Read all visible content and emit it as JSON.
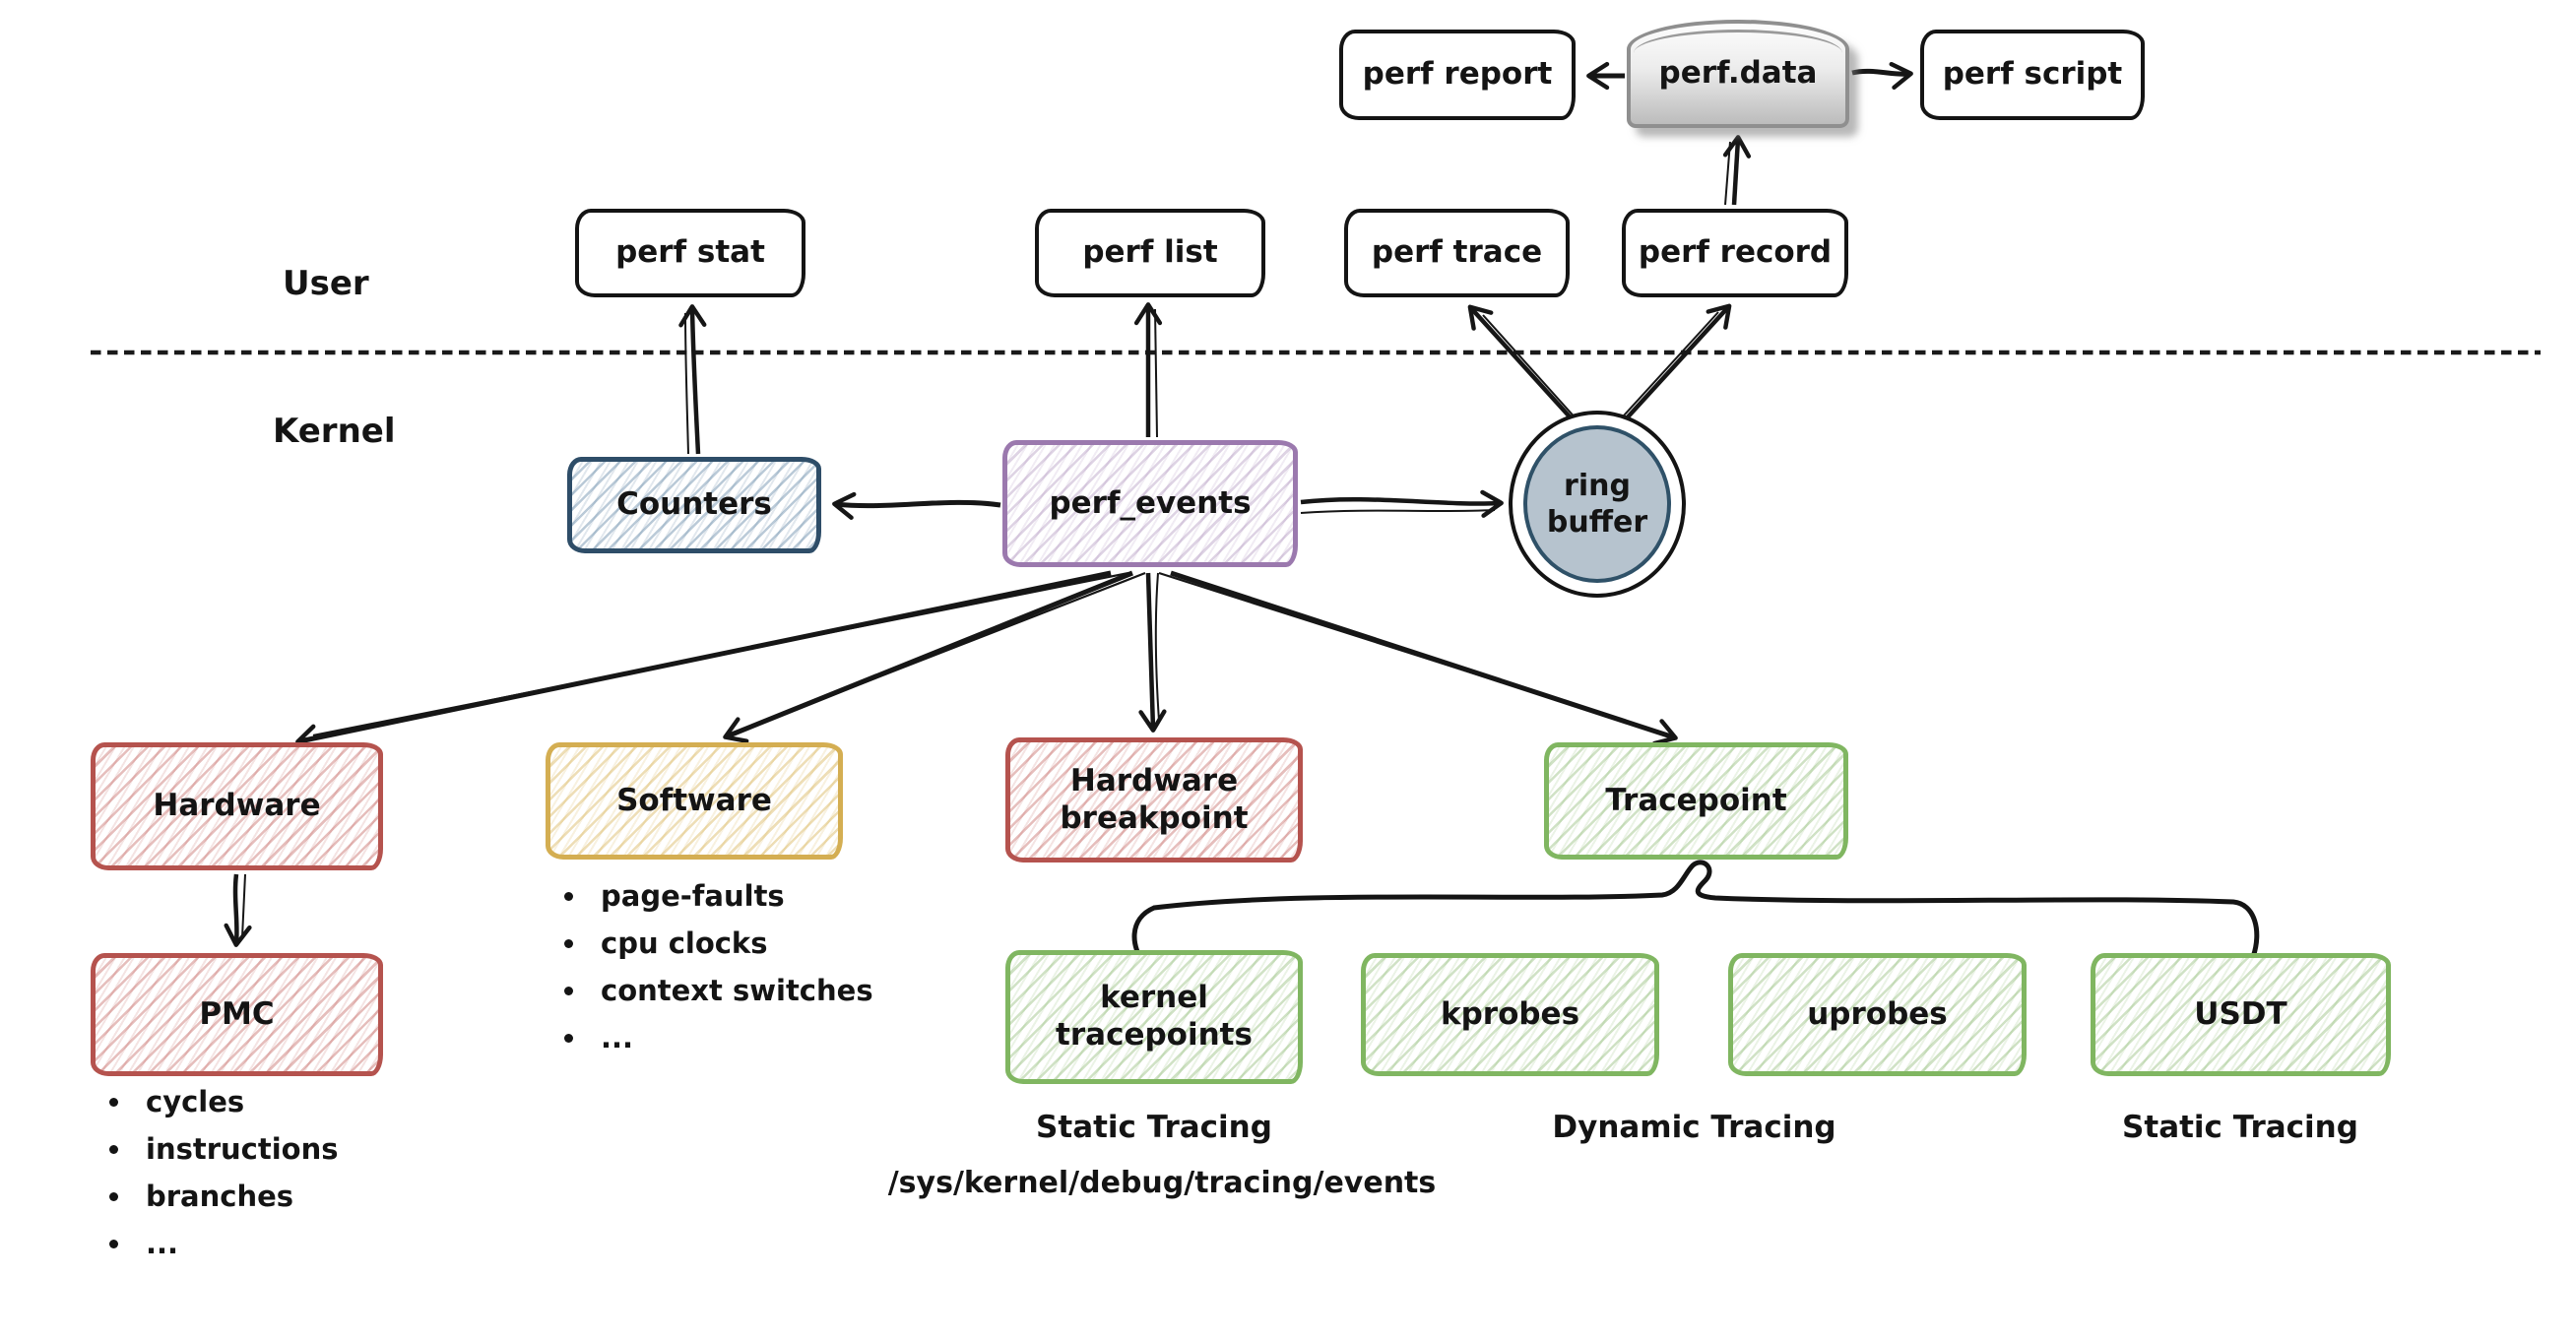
{
  "labels": {
    "user": "User",
    "kernel": "Kernel"
  },
  "nodes": {
    "perf_report": "perf report",
    "perf_data": "perf.data",
    "perf_script": "perf script",
    "perf_stat": "perf stat",
    "perf_list": "perf list",
    "perf_trace": "perf trace",
    "perf_record": "perf record",
    "counters": "Counters",
    "perf_events": "perf_events",
    "ring_buffer": "ring\nbuffer",
    "hardware": "Hardware",
    "software": "Software",
    "hw_breakpoint": "Hardware\nbreakpoint",
    "tracepoint": "Tracepoint",
    "pmc": "PMC",
    "kernel_tracepoints": "kernel\ntracepoints",
    "kprobes": "kprobes",
    "uprobes": "uprobes",
    "usdt": "USDT"
  },
  "lists": {
    "software_events": [
      "page-faults",
      "cpu clocks",
      "context switches",
      "..."
    ],
    "pmc_events": [
      "cycles",
      "instructions",
      "branches",
      "..."
    ]
  },
  "captions": {
    "static_tracing_left": "Static Tracing",
    "dynamic_tracing": "Dynamic Tracing",
    "static_tracing_right": "Static Tracing",
    "events_path": "/sys/kernel/debug/tracing/events"
  },
  "colors": {
    "red_border": "#b5534e",
    "yellow_border": "#d4ae52",
    "green_border": "#80b661",
    "purple_border": "#9b79ae",
    "slate_border": "#2e4d68",
    "ring_buffer_fill": "#b6c3ce",
    "ring_buffer_ring": "#2f5168",
    "black_box_border": "#141414",
    "perf_data_gradient_top": "#fdfdfd",
    "perf_data_gradient_bottom": "#bcbcbc",
    "line_color": "#161616"
  }
}
